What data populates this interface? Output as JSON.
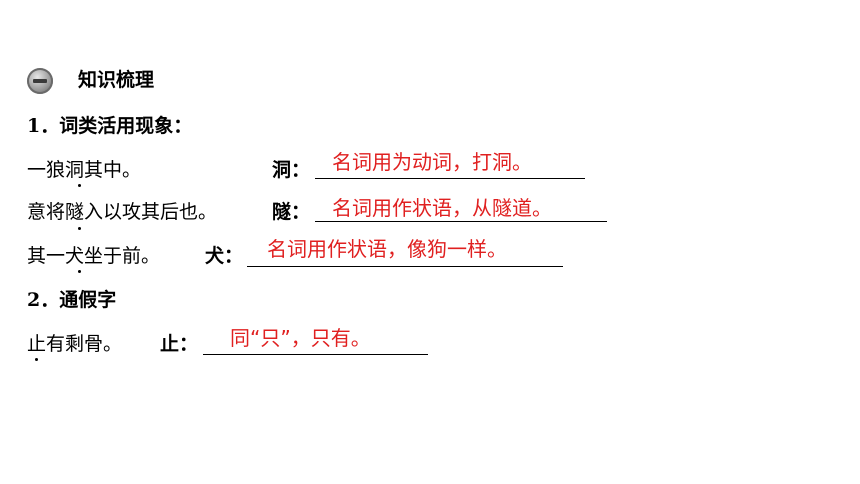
{
  "section": {
    "title": "知识梳理",
    "icon": "section-bullet-icon"
  },
  "part1": {
    "heading": "1．词类活用现象：",
    "items": [
      {
        "sentence": "一狼洞其中。",
        "dotted_char": "洞",
        "key": "洞：",
        "answer": "名词用为动词，打洞。"
      },
      {
        "sentence": "意将隧入以攻其后也。",
        "dotted_char": "隧",
        "key": "隧：",
        "answer": "名词用作状语，从隧道。"
      },
      {
        "sentence": "其一犬坐于前。",
        "dotted_char": "犬",
        "key": "犬：",
        "answer": "名词用作状语，像狗一样。"
      }
    ]
  },
  "part2": {
    "heading": "2．通假字",
    "items": [
      {
        "sentence": "止有剩骨。",
        "dotted_char": "止",
        "key": "止：",
        "answer": "同“只”，只有。"
      }
    ]
  },
  "colors": {
    "answer": "#e02020",
    "text": "#000000"
  }
}
